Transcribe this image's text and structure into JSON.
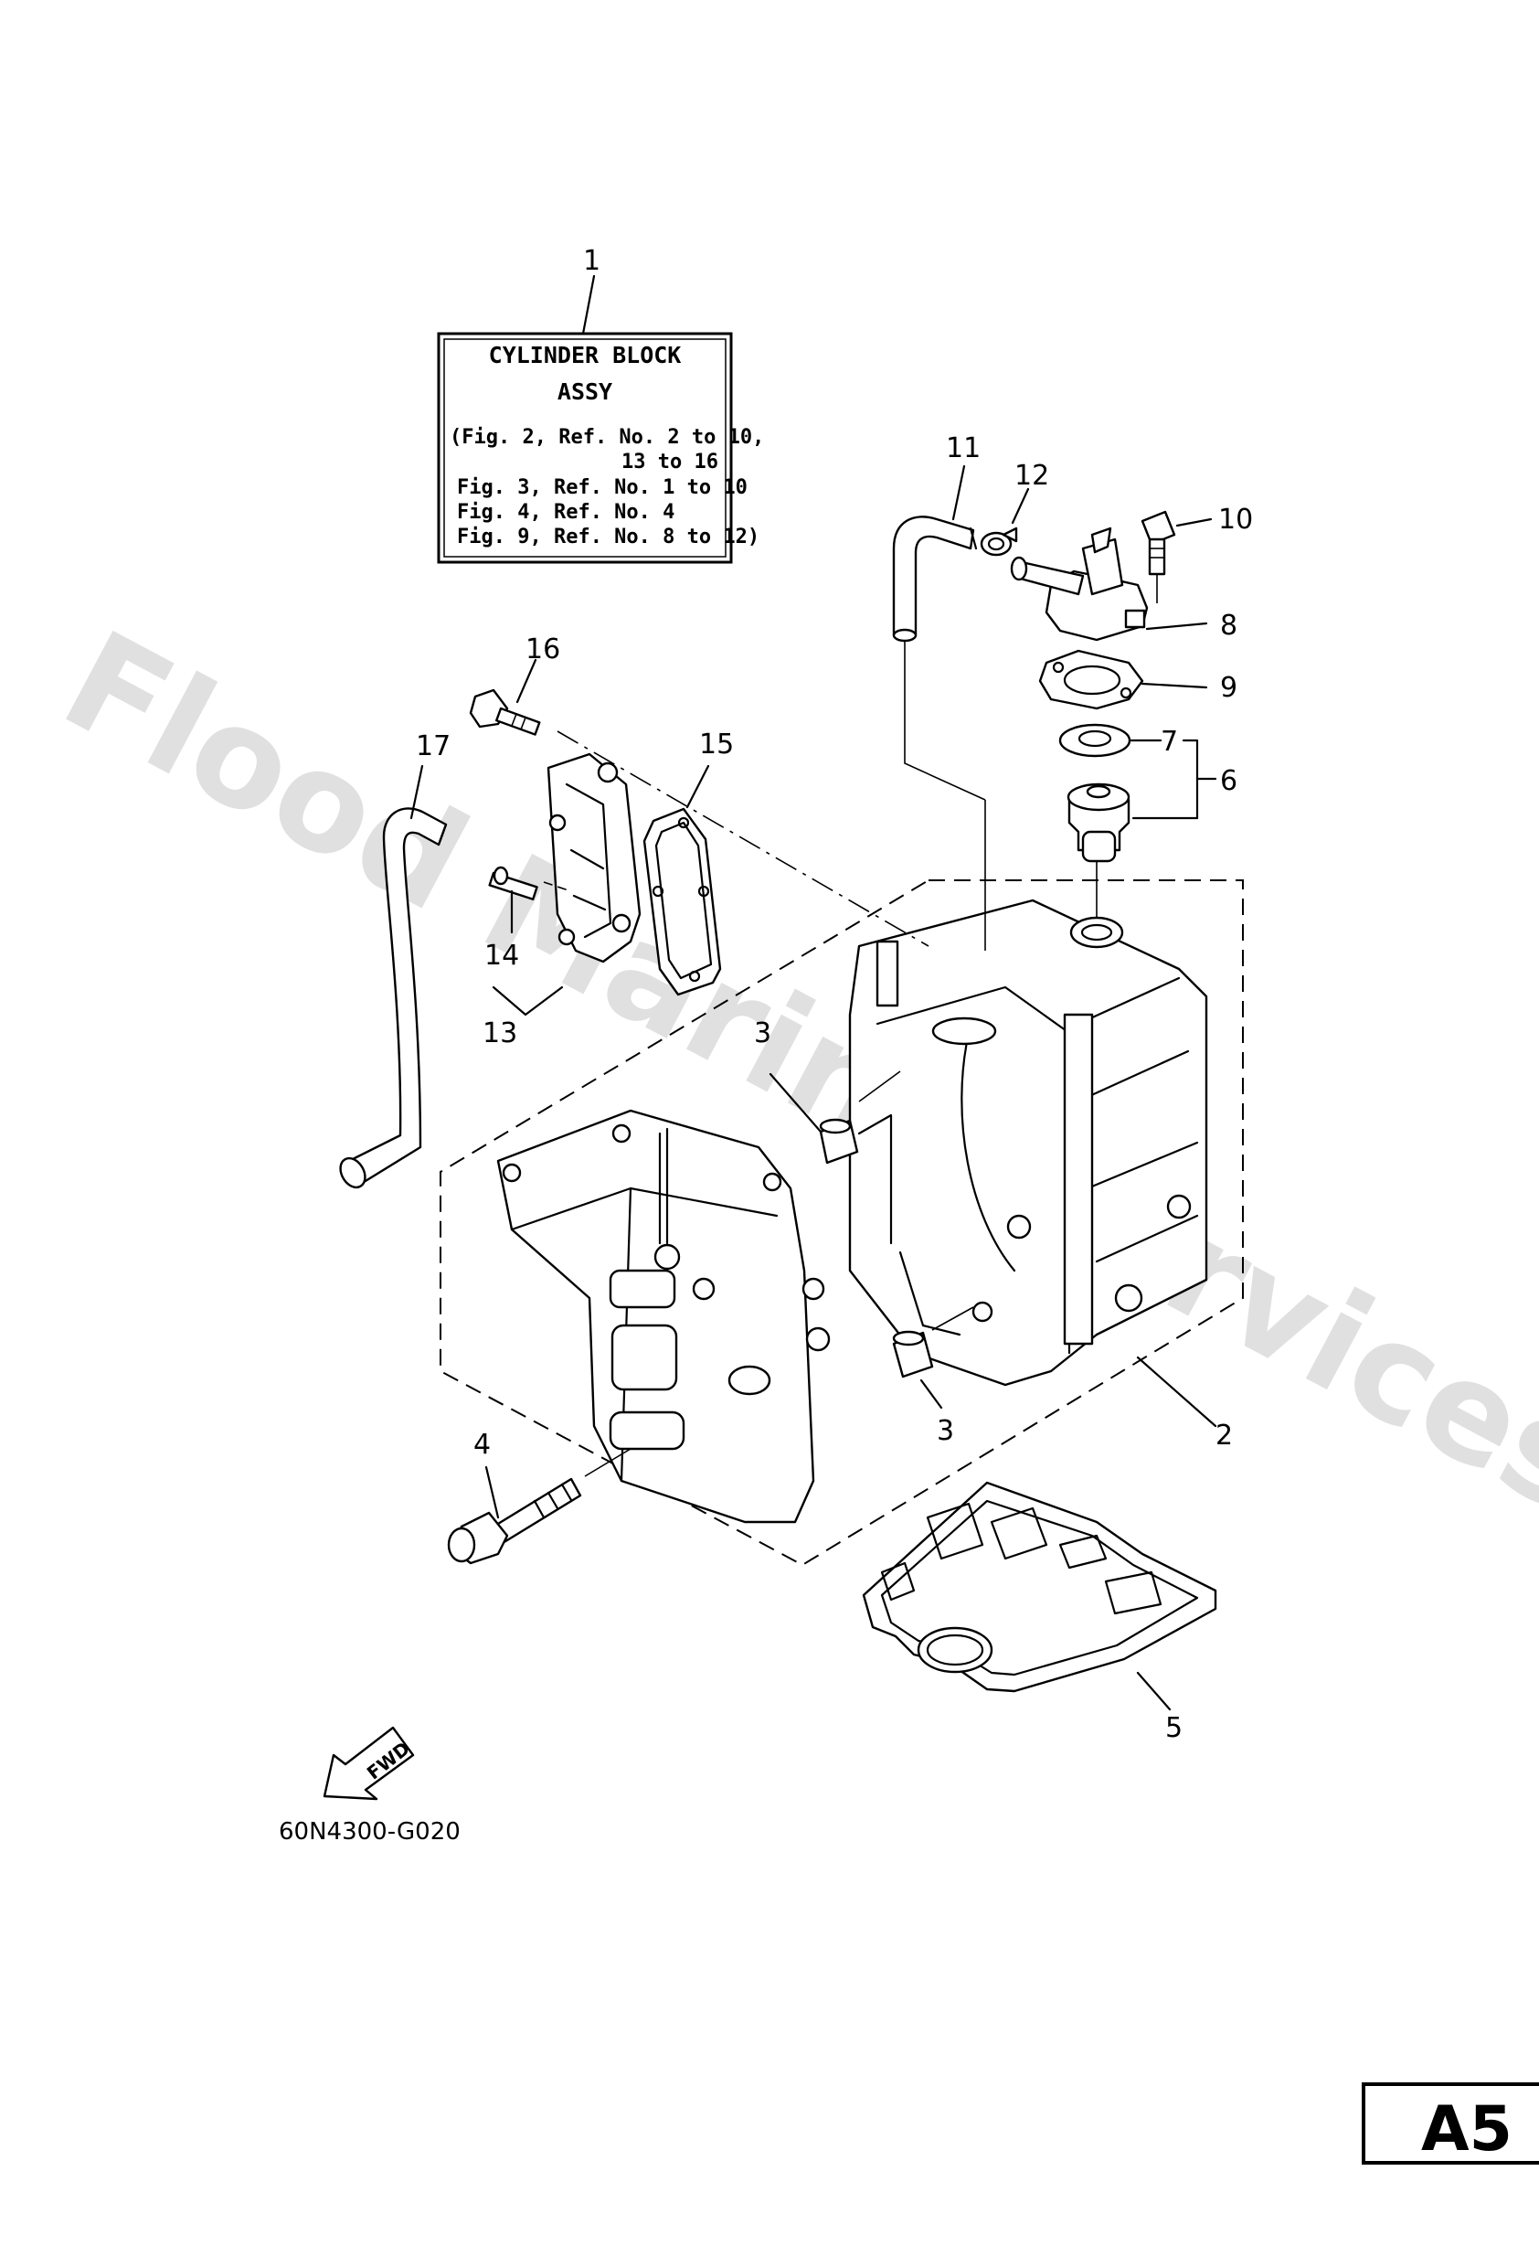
{
  "info_box": {
    "callout": "1",
    "title_line1": "CYLINDER BLOCK",
    "title_line2": "ASSY",
    "lines": [
      "(Fig. 2, Ref. No. 2 to 10,",
      "13 to 16",
      "Fig. 3, Ref. No. 1 to 10",
      "Fig. 4, Ref. No. 4",
      "Fig. 9, Ref. No. 8 to 12)"
    ]
  },
  "callouts": {
    "c2": "2",
    "c3a": "3",
    "c3b": "3",
    "c4": "4",
    "c5": "5",
    "c6": "6",
    "c7": "7",
    "c8": "8",
    "c9": "9",
    "c10": "10",
    "c11": "11",
    "c12": "12",
    "c13": "13",
    "c14": "14",
    "c15": "15",
    "c16": "16",
    "c17": "17"
  },
  "fwd_label": "FWD",
  "figure_code": "60N4300-G020",
  "page_label": "A5",
  "watermark": "Flood Marine Services"
}
